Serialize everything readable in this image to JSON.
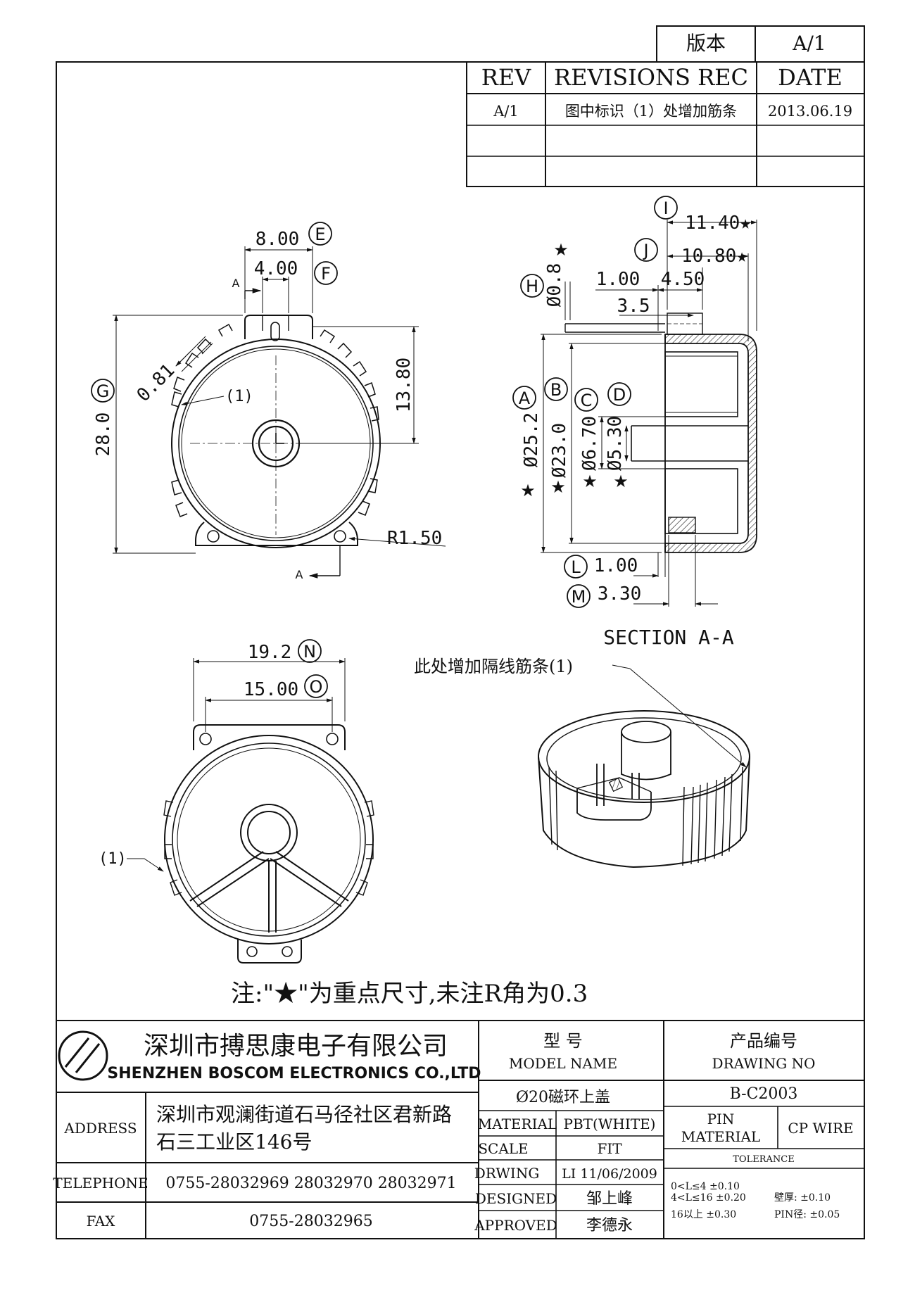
{
  "version_block": {
    "label": "版本",
    "value": "A/1"
  },
  "revisions": {
    "headers": {
      "rev": "REV",
      "rec": "REVISIONS REC",
      "date": "DATE"
    },
    "rows": [
      {
        "rev": "A/1",
        "rec": "图中标识（1）处增加筋条",
        "date": "2013.06.19"
      },
      {
        "rev": "",
        "rec": "",
        "date": ""
      },
      {
        "rev": "",
        "rec": "",
        "date": ""
      }
    ]
  },
  "front_view": {
    "dim_8": "8.00",
    "tag_E": "E",
    "dim_4": "4.00",
    "tag_F": "F",
    "section_mark_top": "A",
    "section_mark_bottom": "A",
    "dim_081": "0.81",
    "tag_G": "G",
    "dim_28": "28.0",
    "dim_138": "13.80",
    "callout_1": "(1)",
    "dim_r150": "R1.50"
  },
  "section_view": {
    "tag_I": "I",
    "dim_I": "11.40★",
    "tag_J": "J",
    "dim_J": "10.80★",
    "tag_H": "H",
    "dim_H": "Ø0.8",
    "star_H": "★",
    "dim_100_top": "1.00",
    "dim_450": "4.50",
    "dim_35": "3.5",
    "tag_A": "A",
    "dim_A": "Ø25.2",
    "star_A": "★",
    "tag_B": "B",
    "dim_B": "Ø23.0",
    "star_B": "★",
    "tag_C": "C",
    "dim_C": "Ø6.70",
    "star_C": "★",
    "tag_D": "D",
    "dim_D": "Ø5.30",
    "star_D": "★",
    "tag_L": "L",
    "dim_L": "1.00",
    "tag_M": "M",
    "dim_M": "3.30",
    "title": "SECTION A-A"
  },
  "bottom_view": {
    "tag_N": "N",
    "dim_N": "19.2",
    "tag_O": "O",
    "dim_O": "15.00",
    "callout_1": "(1)"
  },
  "iso_view": {
    "callout": "此处增加隔线筋条(1)"
  },
  "note": "注:\"★\"为重点尺寸,未注R角为0.3",
  "title_block": {
    "company_cn": "深圳市搏思康电子有限公司",
    "company_en": "SHENZHEN BOSCOM ELECTRONICS CO.,LTD",
    "address_label": "ADDRESS",
    "address_line1": "深圳市观澜街道石马径社区君新路",
    "address_line2": "石三工业区146号",
    "telephone_label": "TELEPHONE",
    "telephone": "0755-28032969 28032970 28032971",
    "fax_label": "FAX",
    "fax": "0755-28032965",
    "model_cn": "型      号",
    "model_en": "MODEL NAME",
    "model_value": "Ø20磁环上盖",
    "drawing_cn": "产品编号",
    "drawing_en": "DRAWING NO",
    "drawing_value": "B-C2003",
    "material_label": "MATERIAL",
    "material_value": "PBT(WHITE)",
    "scale_label": "SCALE",
    "scale_value": "FIT",
    "drwing_label": "DRWING",
    "drwing_value": "LI 11/06/2009",
    "designed_label": "DESIGNED",
    "designed_value": "邹上峰",
    "approved_label": "APPROVED",
    "approved_value": "李德永",
    "pin_label1": "PIN",
    "pin_label2": "MATERIAL",
    "pin_value": "CP WIRE",
    "tolerance_label": "TOLERANCE",
    "tol_1": "0<L≤4  ±0.10",
    "tol_2": "4<L≤16 ±0.20",
    "tol_3": "16以上    ±0.30",
    "wall": "壁厚:  ±0.10",
    "pin_dia": "PIN径: ±0.05"
  }
}
